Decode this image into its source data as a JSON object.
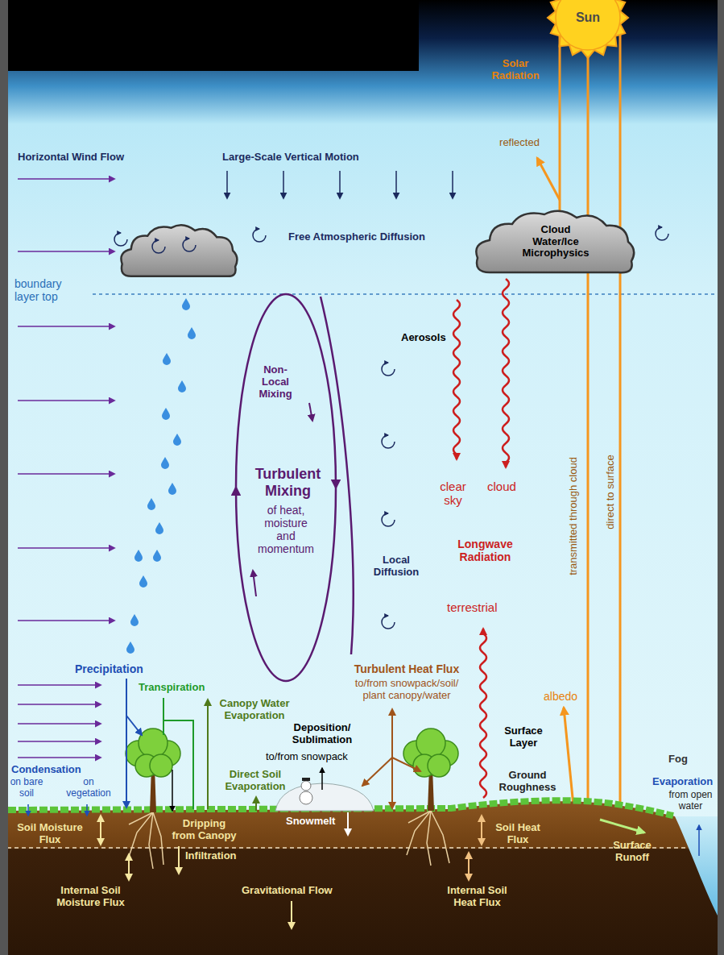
{
  "diagram": {
    "nodes": [
      {
        "text": [
          "Sun"
        ]
      },
      {
        "text": [
          "Cloud Water/Ice Microphysics"
        ]
      }
    ],
    "edges": [
      {
        "from": 0,
        "to": 1,
        "arrow": "none"
      }
    ],
    "labels": [
      "Solar Radiation",
      "reflected",
      "Horizontal Wind Flow",
      "Large-Scale Vertical Motion",
      "Free Atmospheric Diffusion",
      "boundary layer top",
      "Aerosols",
      "Non-Local Mixing",
      "Turbulent Mixing",
      "of heat, moisture and momentum",
      "clear sky",
      "cloud",
      "Longwave Radiation",
      "Local Diffusion",
      "terrestrial",
      "transmitted through cloud",
      "direct to surface",
      "Precipitation",
      "Transpiration",
      "Canopy Water Evaporation",
      "Turbulent Heat Flux",
      "to/from snowpack/soil/ plant canopy/water",
      "albedo",
      "Deposition/ Sublimation",
      "to/from snowpack",
      "Surface Layer",
      "Fog",
      "Condensation",
      "on bare soil",
      "on vegetation",
      "Direct Soil Evaporation",
      "Ground Roughness",
      "Evaporation",
      "from open water",
      "Soil Moisture Flux",
      "Dripping from Canopy",
      "Snowmelt",
      "Soil Heat Flux",
      "Surface Runoff",
      "Infiltration",
      "Internal Soil Moisture Flux",
      "Gravitational Flow",
      "Internal Soil Heat Flux"
    ]
  }
}
